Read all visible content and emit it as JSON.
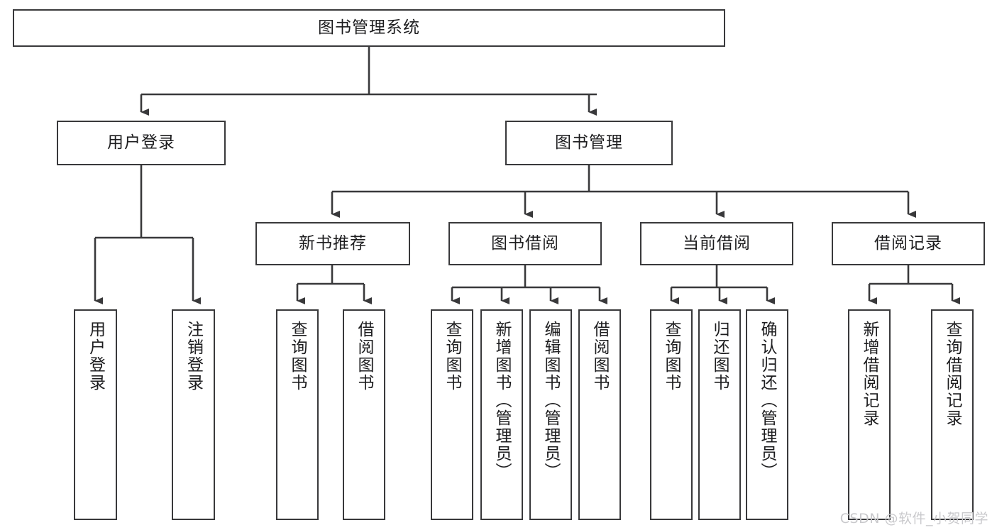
{
  "diagram": {
    "title": "图书管理系统",
    "type": "tree-hierarchy-diagram",
    "edge_color": "#39393b",
    "node_border_color": "#39393b",
    "node_fill_color": "#ffffff",
    "text_color": "#1d1d1f",
    "watermark": "CSDN @软件_小贺同学",
    "watermark_color": "#c9c9cc"
  },
  "nodes": {
    "root": {
      "label": "图书管理系统"
    },
    "level2": [
      {
        "id": "user-login",
        "label": "用户登录"
      },
      {
        "id": "book-management",
        "label": "图书管理"
      }
    ],
    "level3": [
      {
        "id": "new-book-recommend",
        "label": "新书推荐"
      },
      {
        "id": "book-borrow",
        "label": "图书借阅"
      },
      {
        "id": "current-borrow",
        "label": "当前借阅"
      },
      {
        "id": "borrow-record",
        "label": "借阅记录"
      }
    ],
    "leaves": {
      "user_login": [
        {
          "id": "leaf-user-login",
          "label": "用户登录"
        },
        {
          "id": "leaf-logout-login",
          "label": "注销登录"
        }
      ],
      "new_book_recommend": [
        {
          "id": "leaf-query-book-1",
          "label": "查询图书"
        },
        {
          "id": "leaf-borrow-book-1",
          "label": "借阅图书"
        }
      ],
      "book_borrow": [
        {
          "id": "leaf-query-book-2",
          "label": "查询图书"
        },
        {
          "id": "leaf-add-book",
          "label": "新增图书（管理员）"
        },
        {
          "id": "leaf-edit-book",
          "label": "编辑图书（管理员）"
        },
        {
          "id": "leaf-borrow-book-2",
          "label": "借阅图书"
        }
      ],
      "current_borrow": [
        {
          "id": "leaf-query-book-3",
          "label": "查询图书"
        },
        {
          "id": "leaf-return-book",
          "label": "归还图书"
        },
        {
          "id": "leaf-confirm-return",
          "label": "确认归还（管理员）"
        }
      ],
      "borrow_record": [
        {
          "id": "leaf-add-record",
          "label": "新增借阅记录"
        },
        {
          "id": "leaf-query-record",
          "label": "查询借阅记录"
        }
      ]
    }
  },
  "chart_data": {
    "type": "table",
    "title": "图书管理系统",
    "hierarchy": [
      {
        "label": "图书管理系统",
        "children": [
          {
            "label": "用户登录",
            "children": [
              {
                "label": "用户登录"
              },
              {
                "label": "注销登录"
              }
            ]
          },
          {
            "label": "图书管理",
            "children": [
              {
                "label": "新书推荐",
                "children": [
                  {
                    "label": "查询图书"
                  },
                  {
                    "label": "借阅图书"
                  }
                ]
              },
              {
                "label": "图书借阅",
                "children": [
                  {
                    "label": "查询图书"
                  },
                  {
                    "label": "新增图书（管理员）"
                  },
                  {
                    "label": "编辑图书（管理员）"
                  },
                  {
                    "label": "借阅图书"
                  }
                ]
              },
              {
                "label": "当前借阅",
                "children": [
                  {
                    "label": "查询图书"
                  },
                  {
                    "label": "归还图书"
                  },
                  {
                    "label": "确认归还（管理员）"
                  }
                ]
              },
              {
                "label": "借阅记录",
                "children": [
                  {
                    "label": "新增借阅记录"
                  },
                  {
                    "label": "查询借阅记录"
                  }
                ]
              }
            ]
          }
        ]
      }
    ]
  }
}
